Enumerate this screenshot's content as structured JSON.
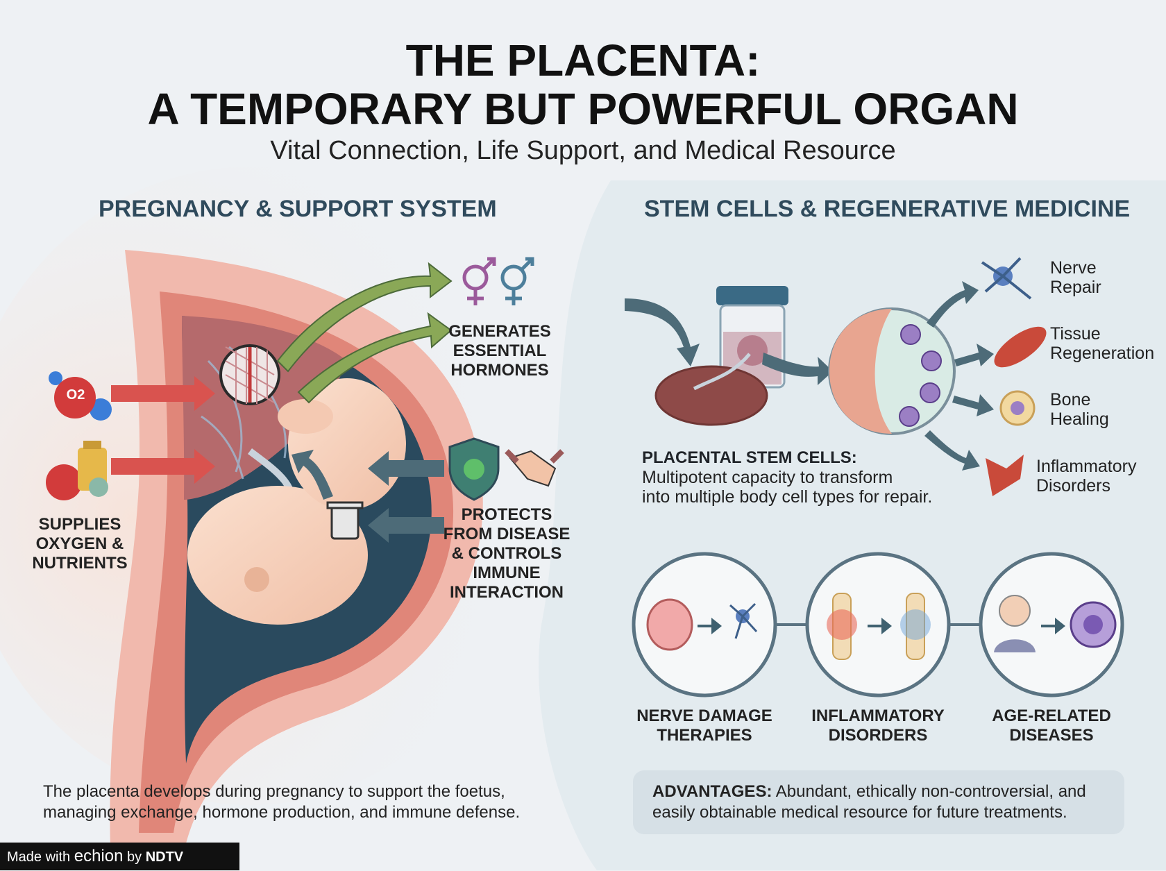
{
  "title_line1": "THE PLACENTA:",
  "title_line2": "A TEMPORARY BUT POWERFUL ORGAN",
  "subtitle": "Vital Connection, Life Support, and Medical Resource",
  "left": {
    "heading": "PREGNANCY & SUPPORT SYSTEM",
    "supplies": [
      "SUPPLIES",
      "OXYGEN &",
      "NUTRIENTS"
    ],
    "hormones": [
      "GENERATES",
      "ESSENTIAL",
      "HORMONES"
    ],
    "protects": [
      "PROTECTS",
      "FROM DISEASE",
      "& CONTROLS",
      "IMMUNE",
      "INTERACTION"
    ],
    "description": [
      "The placenta develops during pregnancy to support the foetus,",
      "managing exchange, hormone production, and immune defense."
    ],
    "o2_label": "O2"
  },
  "right": {
    "heading": "STEM CELLS & REGENERATIVE MEDICINE",
    "outcomes": [
      [
        "Nerve",
        "Repair"
      ],
      [
        "Tissue",
        "Regeneration"
      ],
      [
        "Bone",
        "Healing"
      ],
      [
        "Inflammatory",
        "Disorders"
      ]
    ],
    "stem_title": "PLACENTAL STEM CELLS:",
    "stem_desc": [
      "Multipotent capacity to transform",
      "into multiple body cell types for repair."
    ],
    "therapies": [
      [
        "NERVE DAMAGE",
        "THERAPIES"
      ],
      [
        "INFLAMMATORY",
        "DISORDERS"
      ],
      [
        "AGE-RELATED",
        "DISEASES"
      ]
    ],
    "advantages_label": "ADVANTAGES:",
    "advantages_text1": " Abundant, ethically non-controversial, and",
    "advantages_text2": "easily obtainable medical resource for future treatments."
  },
  "badge": {
    "prefix": "Made with ",
    "brand": "echion",
    "mid": " by ",
    "org": "NDTV"
  },
  "colors": {
    "heading": "#2f4a5c",
    "green_arrow": "#8aa857",
    "red_arrow": "#d9534f",
    "teal_arrow": "#4d6b78",
    "fluid": "#2a4a5e"
  }
}
